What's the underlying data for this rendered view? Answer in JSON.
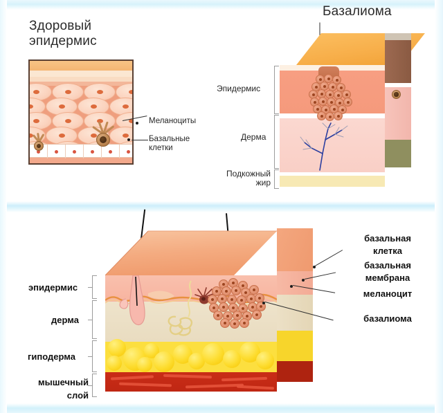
{
  "figure": {
    "kind": "medical-illustration",
    "subject": "Базалиома",
    "language": "ru"
  },
  "panel_top": {
    "left": {
      "title_line1": "Здоровый",
      "title_line2": "эпидермис",
      "callouts": [
        {
          "id": "melanocytes",
          "label": "Меланоциты"
        },
        {
          "id": "basal-cells",
          "label_line1": "Базальные",
          "label_line2": "клетки"
        }
      ]
    },
    "right": {
      "title": "Базалиома",
      "layers": [
        {
          "id": "epidermis",
          "label": "Эпидермис"
        },
        {
          "id": "dermis",
          "label": "Дерма"
        },
        {
          "id": "subcutaneous-fat",
          "label_line1": "Подкожный",
          "label_line2": "жир"
        }
      ]
    }
  },
  "panel_bottom": {
    "layers": [
      {
        "id": "epidermis",
        "label": "эпидермис"
      },
      {
        "id": "dermis",
        "label": "дерма"
      },
      {
        "id": "hypodermis",
        "label": "гиподерма"
      },
      {
        "id": "muscle",
        "label_line1": "мышечный",
        "label_line2": "слой"
      }
    ],
    "callouts": [
      {
        "id": "basal-cell",
        "label_line1": "базальная",
        "label_line2": "клетка"
      },
      {
        "id": "basal-membrane",
        "label_line1": "базальная",
        "label_line2": "мембрана"
      },
      {
        "id": "melanocyte",
        "label": "меланоцит"
      },
      {
        "id": "basalioma",
        "label": "базалиома"
      }
    ]
  },
  "colors": {
    "frame_cyan": "#d3f1fb",
    "stratum_corneum": "#f7ae49",
    "epidermis_pink": "#f79e82",
    "dermis_pink": "#fbd8d0",
    "dermis_tan": "#eee3cb",
    "fat_yellow": "#fcdf3f",
    "muscle_red": "#c92c17",
    "tumor_orange": "#e08f6e",
    "vessel_blue": "#2b3fa0",
    "text_dark": "#262626"
  }
}
